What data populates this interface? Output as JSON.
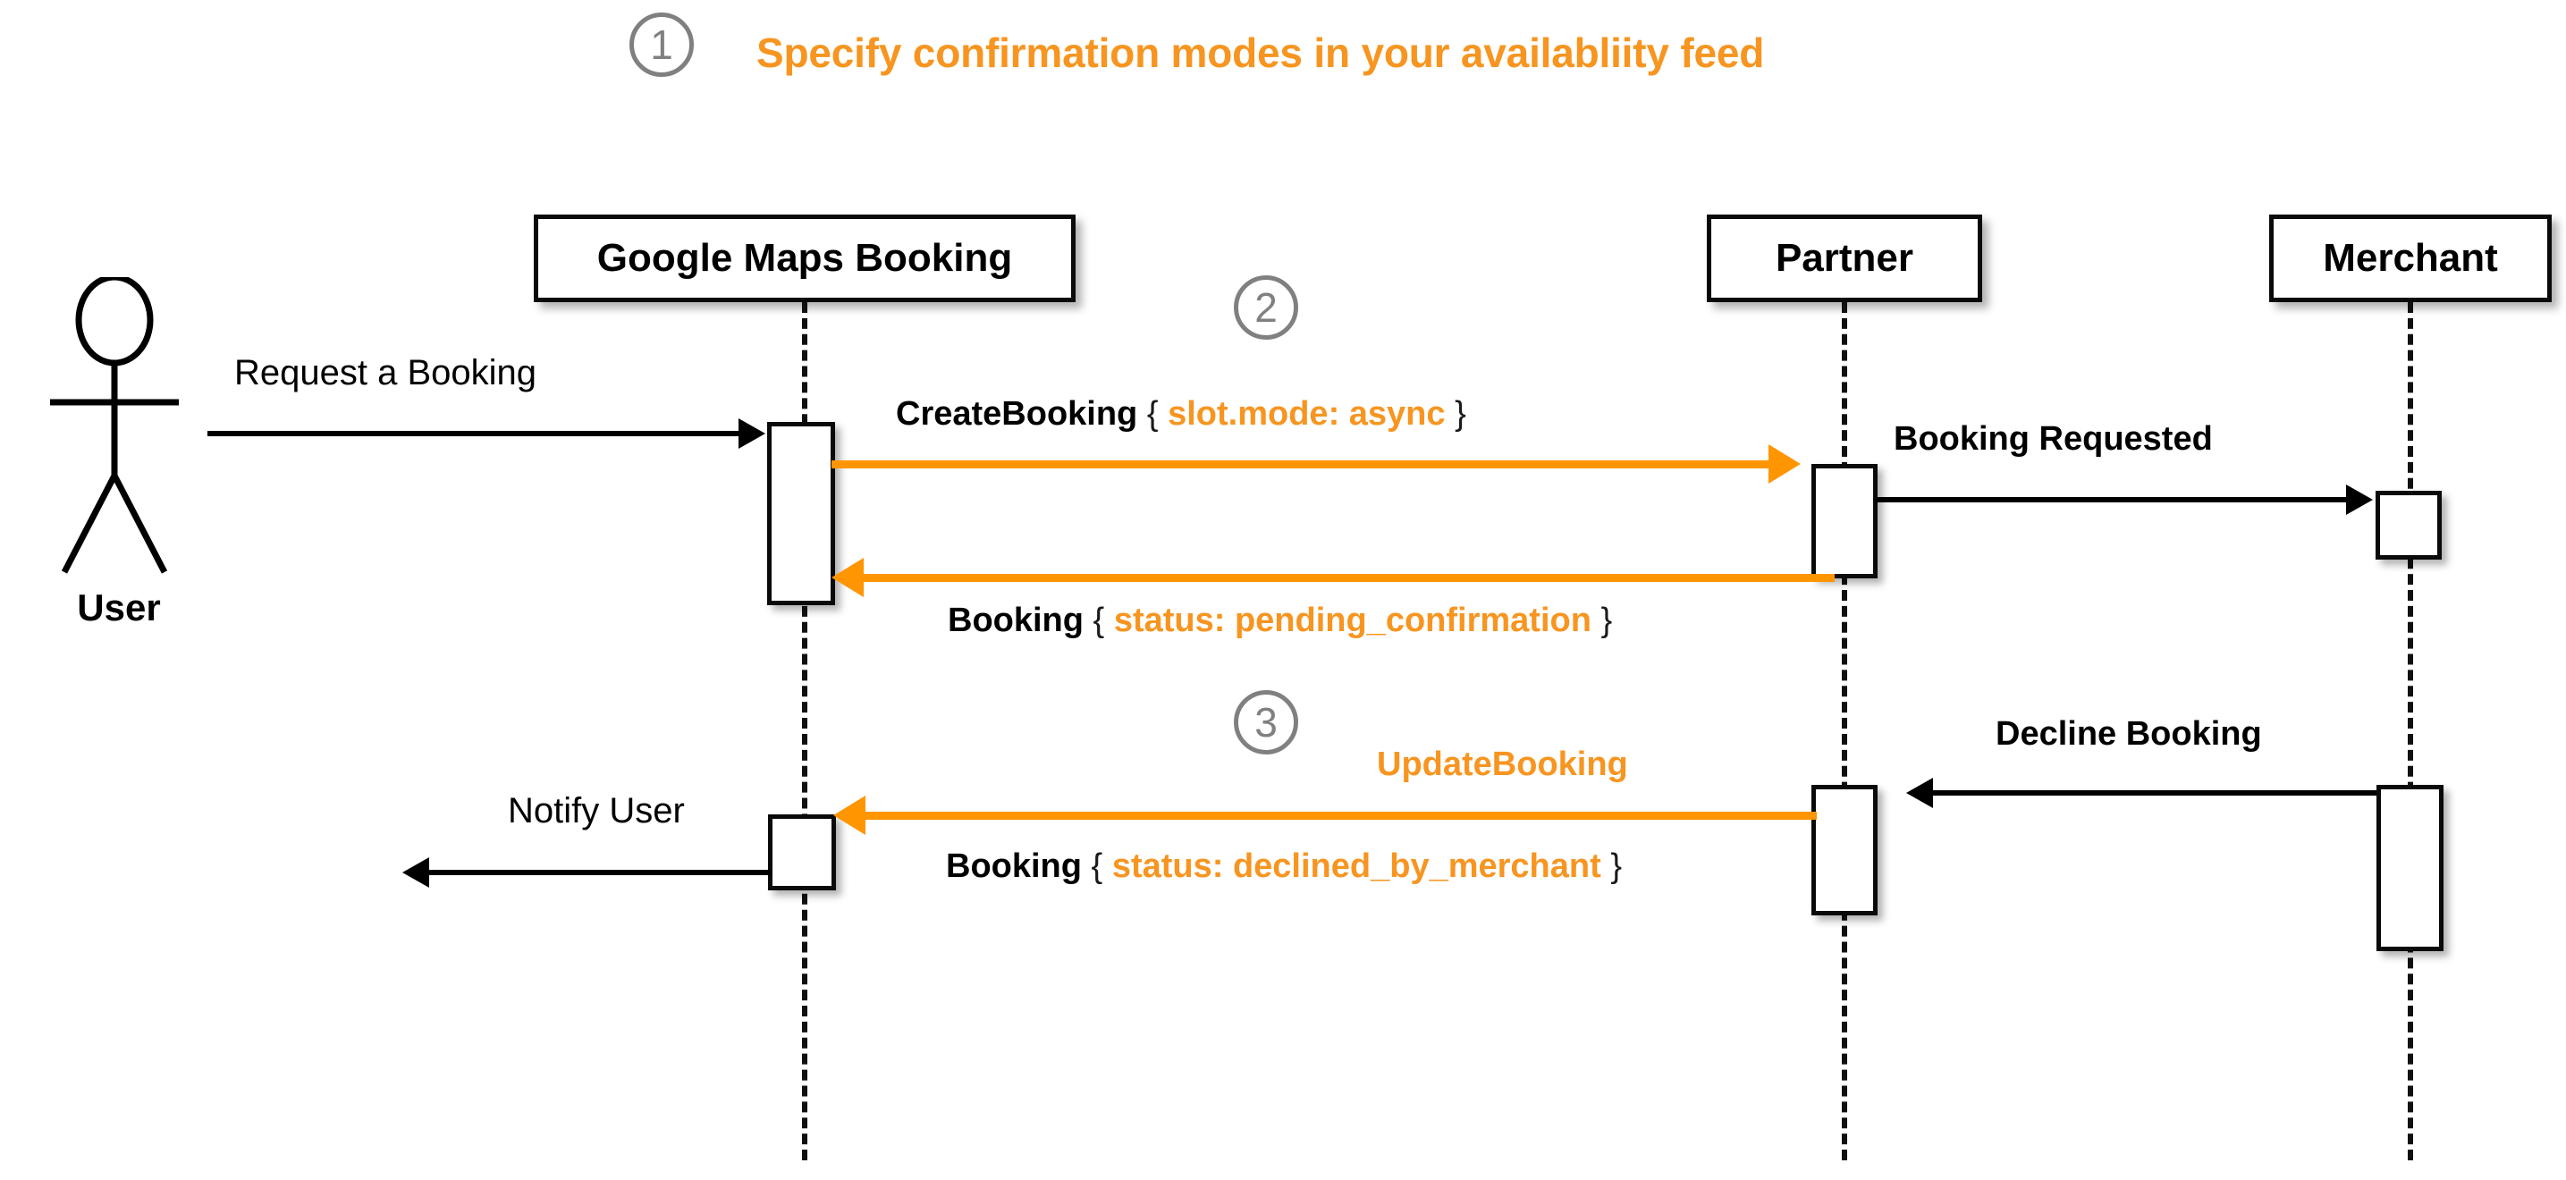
{
  "diagram": {
    "type": "uml-sequence-diagram",
    "background": "#ffffff",
    "accent_color": "#F79520",
    "arrow_orange": "#FF9500",
    "marker_gray": "#808080"
  },
  "header": {
    "step_number": "1",
    "title": "Specify confirmation modes in your availabliity feed"
  },
  "step_markers": [
    {
      "number": "2"
    },
    {
      "number": "3"
    }
  ],
  "actor": {
    "label": "User",
    "icon": "stick-figure-actor-icon"
  },
  "participants": [
    {
      "id": "gmb",
      "label": "Google Maps Booking"
    },
    {
      "id": "partner",
      "label": "Partner"
    },
    {
      "id": "merchant",
      "label": "Merchant"
    }
  ],
  "messages": [
    {
      "id": "request-a-booking",
      "text": "Request a Booking",
      "style": "plain-black",
      "from": "user",
      "to": "gmb",
      "direction": "right"
    },
    {
      "id": "create-booking",
      "prefix": "CreateBooking",
      "brace_open": "{",
      "value": "slot.mode: async",
      "brace_close": "}",
      "style": "bold-black-with-orange-value",
      "from": "gmb",
      "to": "partner",
      "direction": "right"
    },
    {
      "id": "booking-requested",
      "text": "Booking Requested",
      "style": "bold-black",
      "from": "partner",
      "to": "merchant",
      "direction": "right"
    },
    {
      "id": "booking-pending-confirmation",
      "prefix": "Booking",
      "brace_open": "{",
      "value": "status: pending_confirmation",
      "brace_close": "}",
      "style": "bold-black-with-orange-value",
      "from": "partner",
      "to": "gmb",
      "direction": "left"
    },
    {
      "id": "decline-booking",
      "text": "Decline Booking",
      "style": "bold-black",
      "from": "merchant",
      "to": "partner",
      "direction": "left"
    },
    {
      "id": "update-booking",
      "text": "UpdateBooking",
      "style": "bold-orange",
      "from": "partner",
      "to": "gmb",
      "direction": "left"
    },
    {
      "id": "booking-declined-by-merchant",
      "prefix": "Booking",
      "brace_open": "{",
      "value": "status: declined_by_merchant",
      "brace_close": "}",
      "style": "bold-black-with-orange-value",
      "from": "partner",
      "to": "gmb",
      "direction": "left"
    },
    {
      "id": "notify-user",
      "text": "Notify User",
      "style": "plain-black",
      "from": "gmb",
      "to": "user",
      "direction": "left"
    }
  ]
}
